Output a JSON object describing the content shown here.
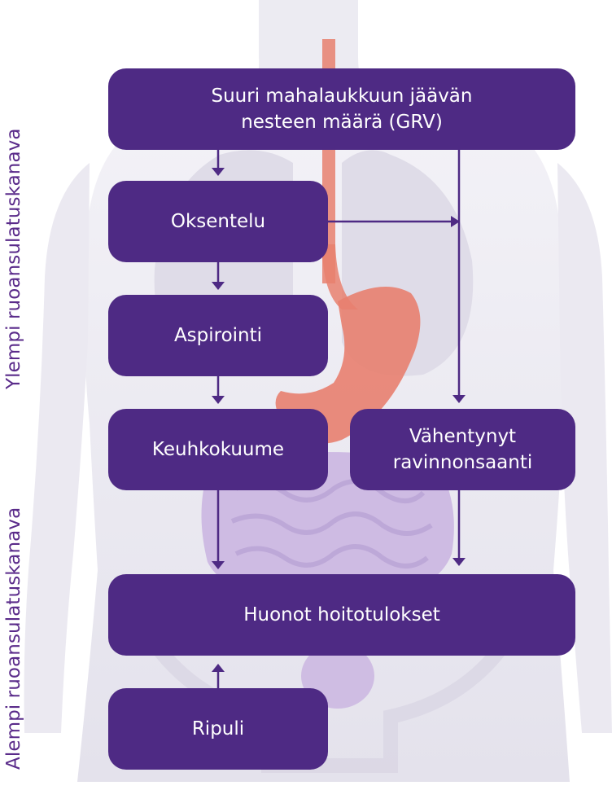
{
  "side_labels": {
    "upper": "Ylempi ruoansulatuskanava",
    "lower": "Alempi ruoansulatuskanava"
  },
  "nodes": {
    "grv": "Suuri mahalaukkuun jäävän\nnesteen määrä (GRV)",
    "vomiting": "Oksentelu",
    "aspiration": "Aspirointi",
    "pneumonia": "Keuhkokuume",
    "reduced_intake": "Vähentynyt\nravinnonsaanti",
    "poor_outcomes": "Huonot hoitotulokset",
    "diarrhea": "Ripuli"
  },
  "colors": {
    "node_fill": "#4e2a84",
    "node_text": "#ffffff",
    "arrow": "#4e2a84",
    "label_text": "#5a2b8a",
    "body_silhouette": "#e6e4ef",
    "esophagus_stomach": "#e8806f",
    "intestines": "#c9b3e0"
  }
}
